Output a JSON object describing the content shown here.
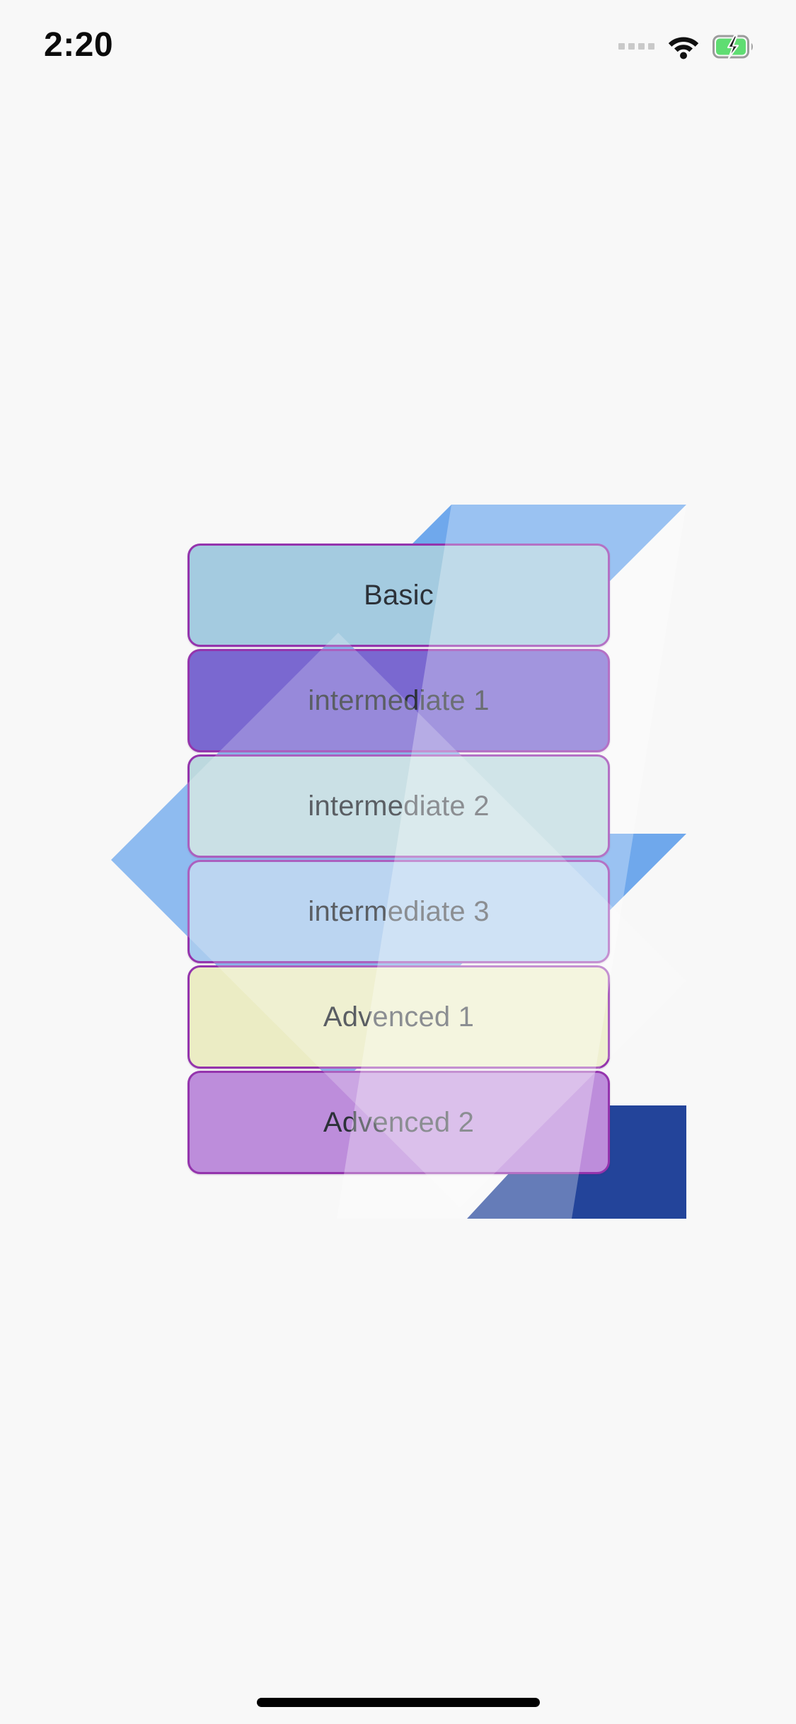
{
  "status_bar": {
    "time": "2:20",
    "signal_dots_icon": "signal-dots-icon",
    "wifi_icon": "wifi-icon",
    "battery_icon": "battery-charging-icon",
    "dot_color": "#c9c9c9",
    "battery_fill": "#5fdd72"
  },
  "screen": {
    "background_color": "#f8f8f8",
    "accent_border": "#9434ad",
    "text_color": "#2c3138"
  },
  "decorations": {
    "blue_shape_color": "#6fa8ec",
    "dark_blue_shape_color": "#23449a",
    "overlay_white_color": "#ffffff",
    "shapes": [
      {
        "name": "top-blue-parallelogram",
        "color": "#6fa8ec"
      },
      {
        "name": "left-blue-diamond",
        "color": "#6fa8ec"
      },
      {
        "name": "right-blue-triangle",
        "color": "#6fa8ec"
      },
      {
        "name": "bottom-dark-blue-parallelogram",
        "color": "#23449a"
      }
    ]
  },
  "cards": [
    {
      "label": "Basic",
      "color": "#a4cbe0",
      "name": "card-basic"
    },
    {
      "label": "intermediate 1",
      "color": "#7a68d0",
      "name": "card-intermediate-1"
    },
    {
      "label": "intermediate 2",
      "color": "#bcd8de",
      "name": "card-intermediate-2"
    },
    {
      "label": "intermediate 3",
      "color": "#a8caee",
      "name": "card-intermediate-3"
    },
    {
      "label": "Advenced 1",
      "color": "#ebecc4",
      "name": "card-advenced-1"
    },
    {
      "label": "Advenced 2",
      "color": "#bd8ddb",
      "name": "card-advenced-2"
    }
  ],
  "home_indicator": {
    "color": "#000000"
  }
}
